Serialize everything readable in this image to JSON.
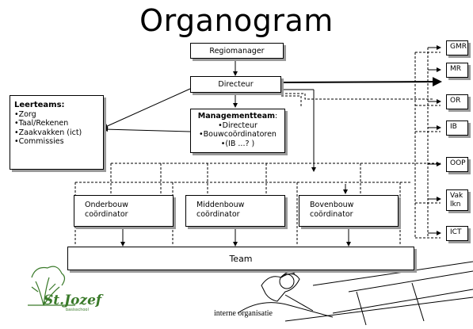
{
  "title": "Organogram",
  "regiomanager": "Regiomanager",
  "directeur": "Directeur",
  "leerteams": {
    "heading": "Leerteams:",
    "items": [
      "•Zorg",
      "•Taal/Rekenen",
      "•Zaakvakken (ict)",
      "•Commissies"
    ]
  },
  "managementteam": {
    "heading": "Managementteam",
    "colon": ":",
    "items": [
      "•Directeur",
      "•Bouwcoördinatoren",
      "•(IB ...? )"
    ]
  },
  "coordinatoren": [
    {
      "line1": "Onderbouw",
      "line2": "coördinator"
    },
    {
      "line1": "Middenbouw",
      "line2": "coördinator"
    },
    {
      "line1": "Bovenbouw",
      "line2": "coördinator"
    }
  ],
  "team": "Team",
  "right_boxes": [
    {
      "line1": "GMR",
      "line2": ""
    },
    {
      "line1": "MR",
      "line2": ""
    },
    {
      "line1": "OR",
      "line2": ""
    },
    {
      "line1": "IB",
      "line2": ""
    },
    {
      "line1": "OOP",
      "line2": ""
    },
    {
      "line1": "Vak",
      "line2": "lkn"
    },
    {
      "line1": "ICT",
      "line2": ""
    }
  ],
  "logo": {
    "name": "St.Jozef",
    "sub": "basisschool"
  },
  "footer": "interne organisatie",
  "colors": {
    "shadow": "#9a9a9a",
    "logo_green": "#3a7a2a"
  }
}
